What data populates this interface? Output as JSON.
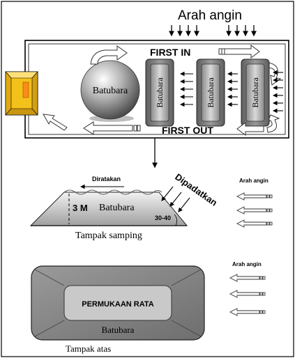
{
  "top_wind_label": "Arah angin",
  "first_in_label": "FIRST IN",
  "first_out_label": "FIRST OUT",
  "coal_label": "Batubara",
  "pile_label": "Batubara",
  "side_view": {
    "leveled_label": "Diratakan",
    "compacted_label": "Dipadatkan",
    "height_label": "3 M",
    "coal_label": "Batubara",
    "angle_label": "30-40",
    "caption": "Tampak samping",
    "wind_label": "Arah angin"
  },
  "top_view": {
    "surface_label": "PERMUKAAN RATA",
    "coal_label": "Batubara",
    "caption": "Tampak atas",
    "wind_label": "Arah angin"
  },
  "colors": {
    "pile_dark": "#6f6f6f",
    "pile_light": "#d6d6d6",
    "door_yellow": "#f2c21b",
    "door_inner": "#ff8a1a"
  }
}
